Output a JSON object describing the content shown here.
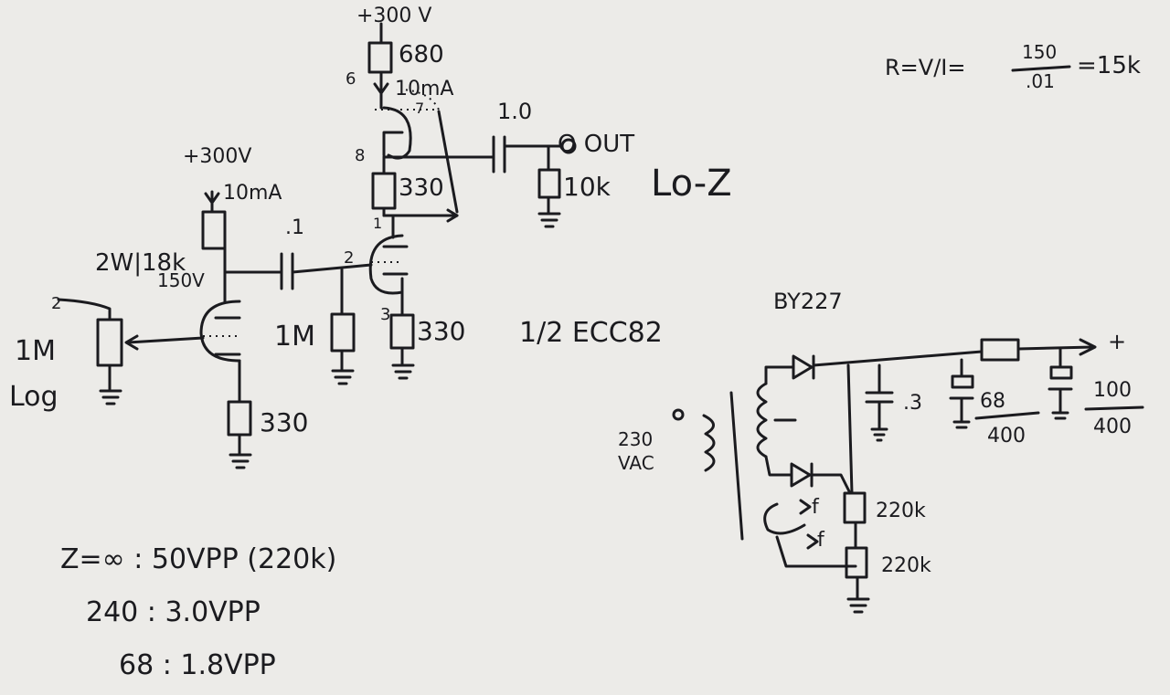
{
  "colors": {
    "paper": "#ecebe8",
    "ink": "#1b1b1f"
  },
  "labels": {
    "supply_top": "+300 V",
    "r_top": "680",
    "pin6": "6",
    "current_top": "10mA",
    "pin7": "7",
    "cap_out": "1.0",
    "pin8": "8",
    "out": "O OUT",
    "r_follower_cathode": "330",
    "r_load_out": "10k",
    "lo_z": "Lo-Z",
    "pin1": "1",
    "formula": "R=V/I=",
    "frac_num": "150",
    "frac_den": ".01",
    "formula_result": "=15k",
    "supply_left": "+300V",
    "current_left": "10mA",
    "cap_coupling": ".1",
    "r_plate": "2W|18k",
    "plate_voltage": "150V",
    "pin2": "2",
    "pin_pot": "2",
    "r_grid": "1M",
    "pin3": "3",
    "r_cathode2": "330",
    "tube": "1/2 ECC82",
    "pot_value": "1M",
    "pot_taper": "Log",
    "r_cathode1": "330",
    "diode": "BY227",
    "cap_03": ".3",
    "cap_68": "68",
    "v_400a": "400",
    "cap_100": "100",
    "v_400b": "400",
    "plus": "+",
    "mains_1": "230",
    "mains_2": "VAC",
    "fuse_1": "f",
    "fuse_2": "f",
    "r_bleed1": "220k",
    "r_bleed2": "220k"
  },
  "notes": [
    "Z=∞ : 50VPP (220k)",
    "240 : 3.0VPP",
    "68 : 1.8VPP"
  ]
}
